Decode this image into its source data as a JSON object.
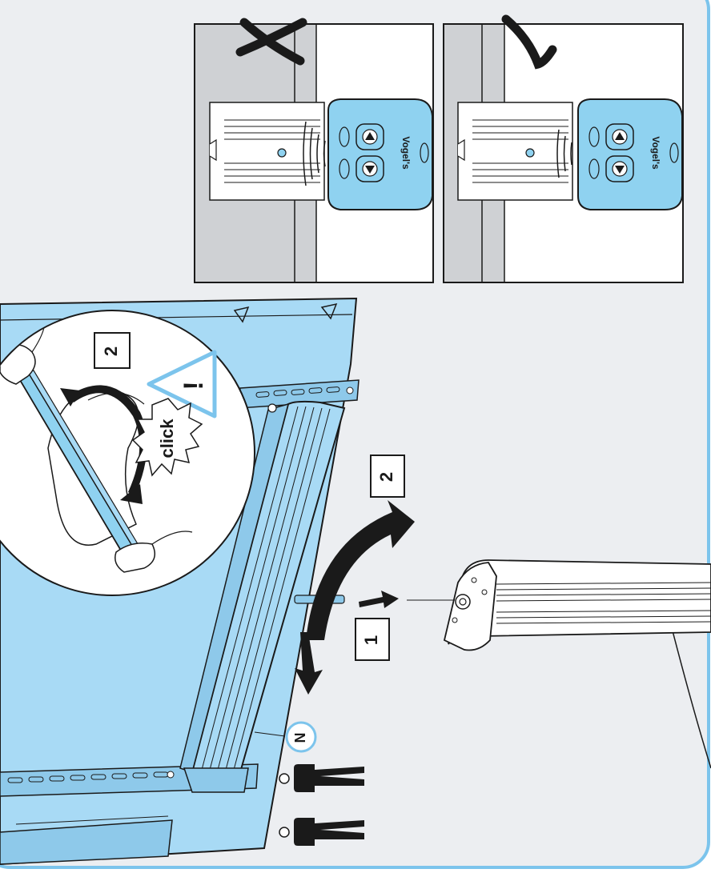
{
  "colors": {
    "panel_bg": "#eceef1",
    "panel_border": "#7cc4ec",
    "tv_blue": "#a8daf5",
    "tv_blue_dark": "#8ec9ea",
    "remote_blue": "#8fd2f0",
    "line": "#1a1a1a",
    "wall_gray": "#cfd1d4"
  },
  "wall_check": {
    "wrong_mark_icon": "cross-icon",
    "right_mark_icon": "check-icon"
  },
  "remote_brand": "Vogel's",
  "circle_detail": {
    "step_label": "2",
    "click_text": "click",
    "warning_icon": "exclamation-icon",
    "warning_text": "!"
  },
  "main_steps": {
    "step_1": "1",
    "step_2": "2",
    "callout_letter": "N"
  }
}
